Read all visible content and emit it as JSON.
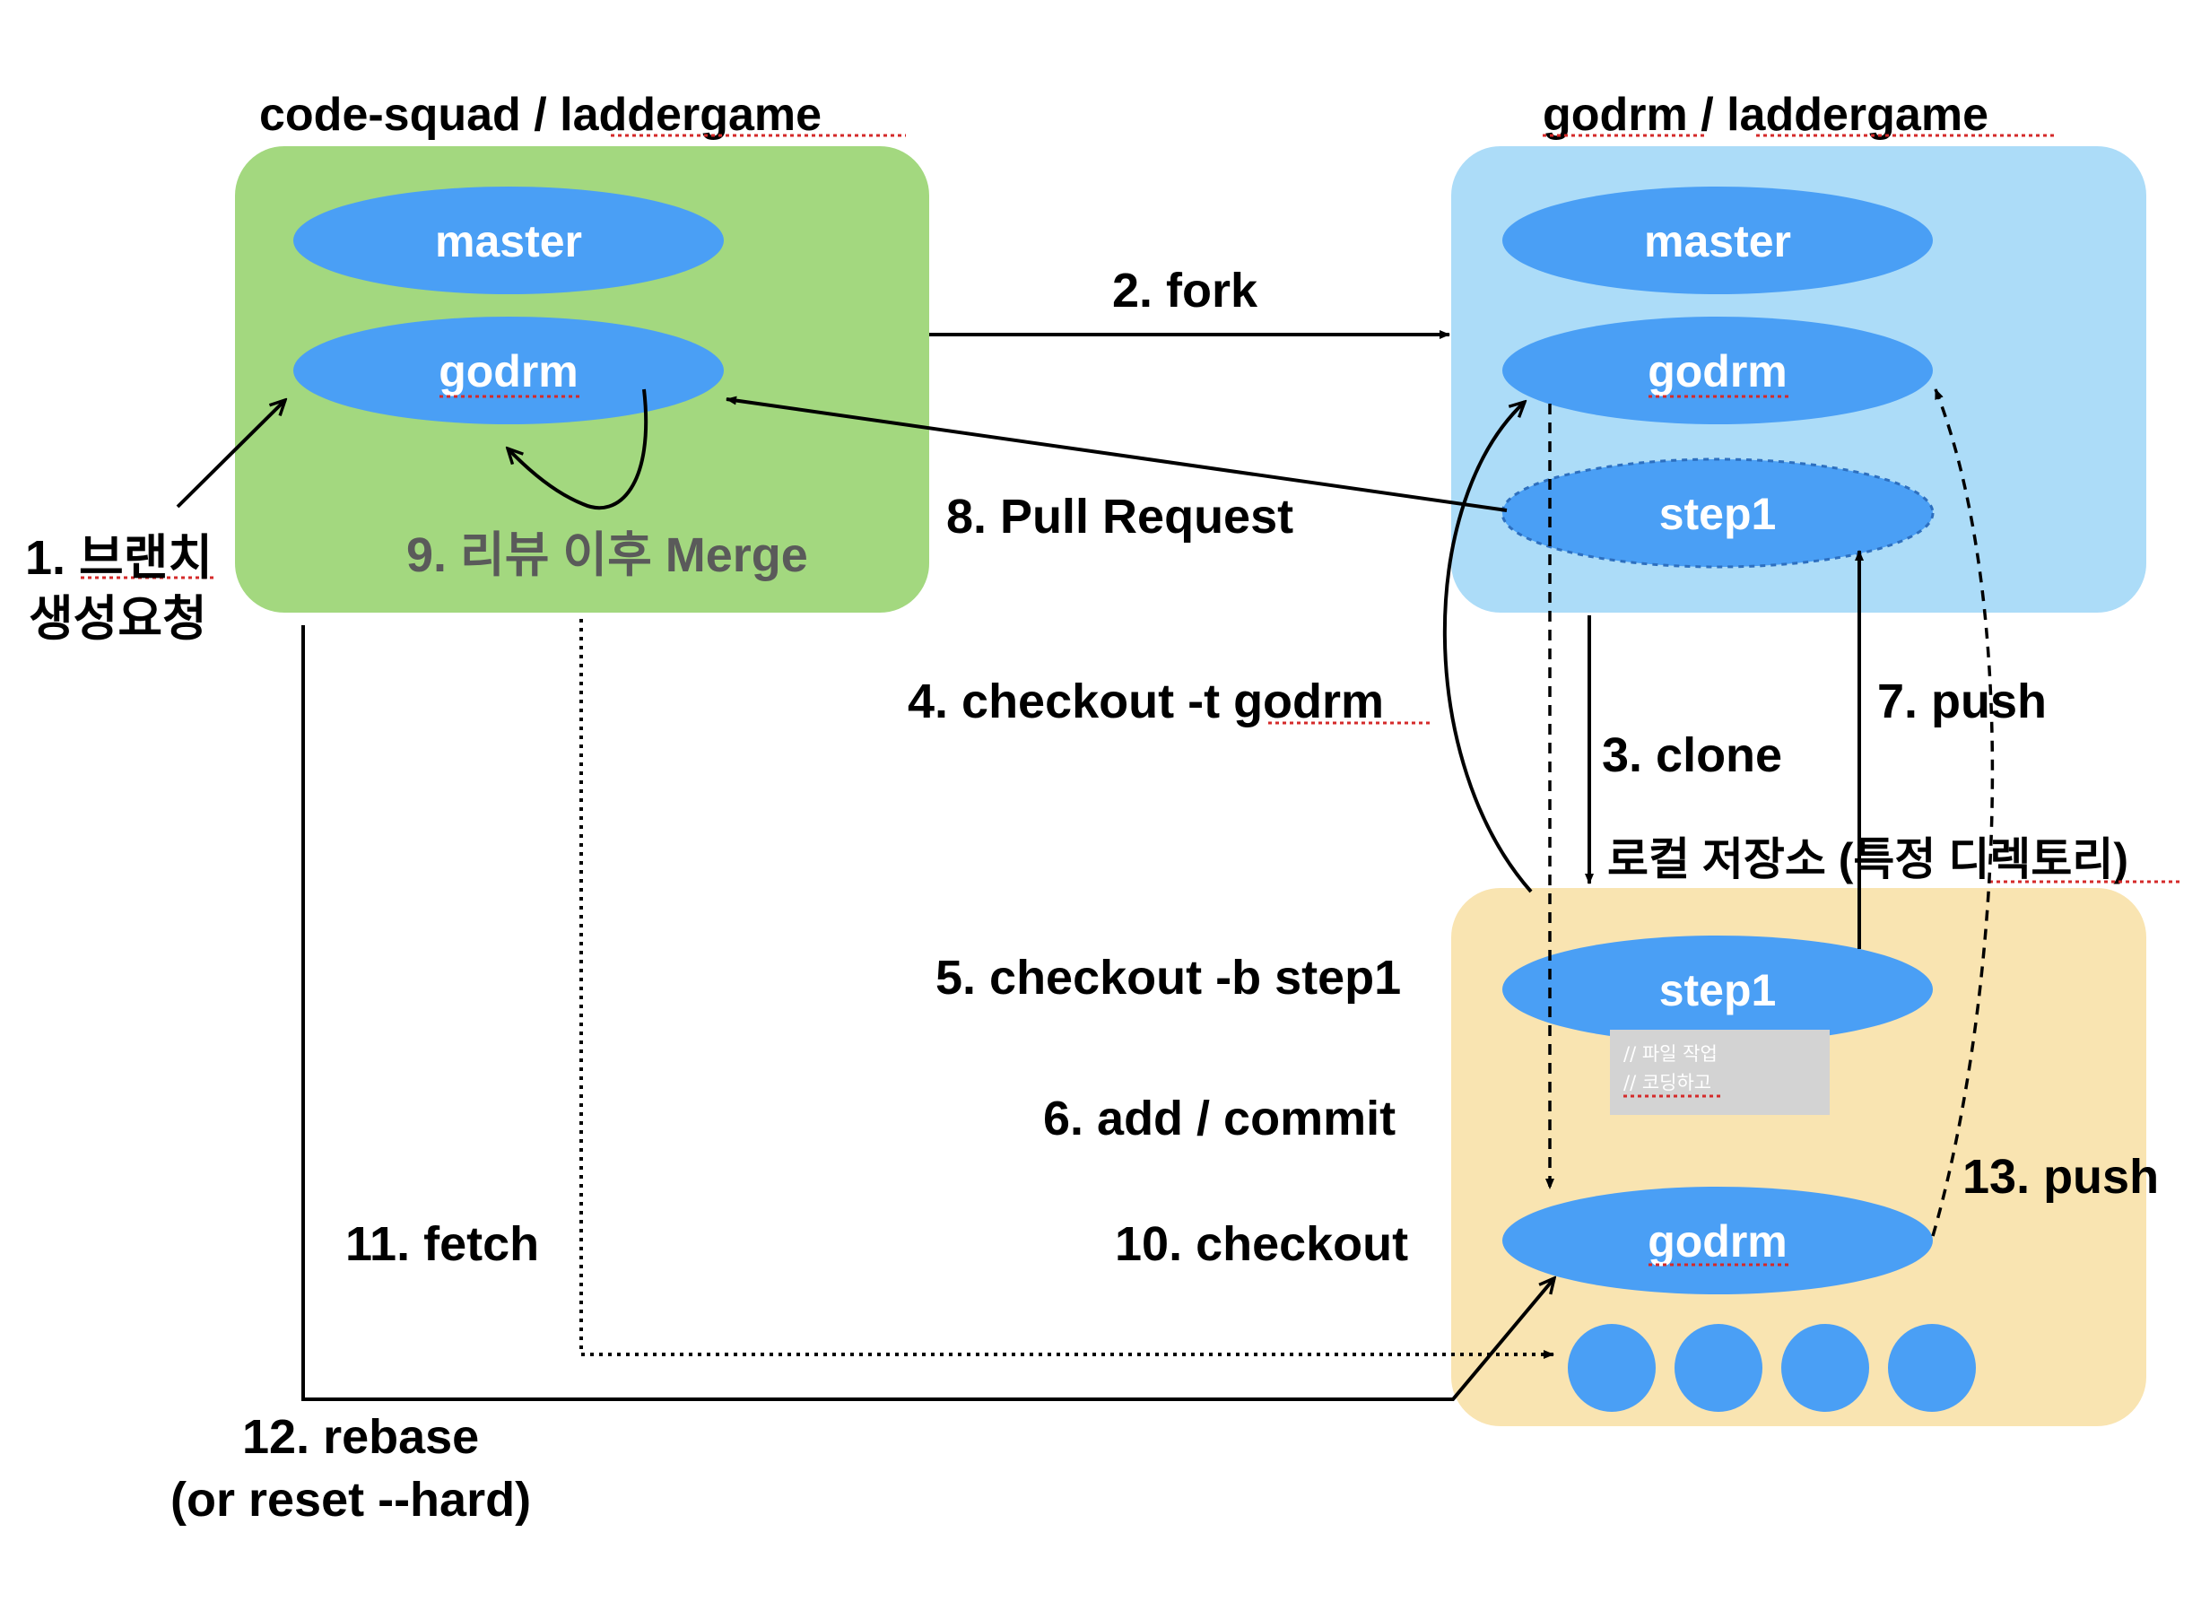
{
  "repos": {
    "origin": {
      "title": "code-squad / laddergame",
      "master": "master",
      "branch": "godrm",
      "merge_label": "9. 리뷰 이후 Merge"
    },
    "fork": {
      "title": "godrm / laddergame",
      "master": "master",
      "branch": "godrm",
      "step": "step1"
    },
    "local": {
      "title": "로컬 저장소 (특정 디렉토리)",
      "step": "step1",
      "branch": "godrm",
      "note_line1": "// 파일 작업",
      "note_line2": "// 코딩하고"
    }
  },
  "steps": {
    "s1_line1": "1. 브랜치",
    "s1_line2": "생성요청",
    "s2": "2. fork",
    "s3": "3. clone",
    "s4": "4. checkout -t godrm",
    "s5": "5. checkout -b step1",
    "s6": "6. add / commit",
    "s7": "7. push",
    "s8": "8. Pull Request",
    "s10": "10. checkout",
    "s11": "11. fetch",
    "s12_line1": "12. rebase",
    "s12_line2": "(or reset --hard)",
    "s13": "13. push"
  },
  "colors": {
    "origin_bg": "#a3d87f",
    "fork_bg": "#acdcf8",
    "local_bg": "#f9e4b1",
    "pill": "#4a9ff5",
    "note_bg": "#d3d3d3",
    "merge_text": "#5a5a5a"
  },
  "commit_dots": 4
}
